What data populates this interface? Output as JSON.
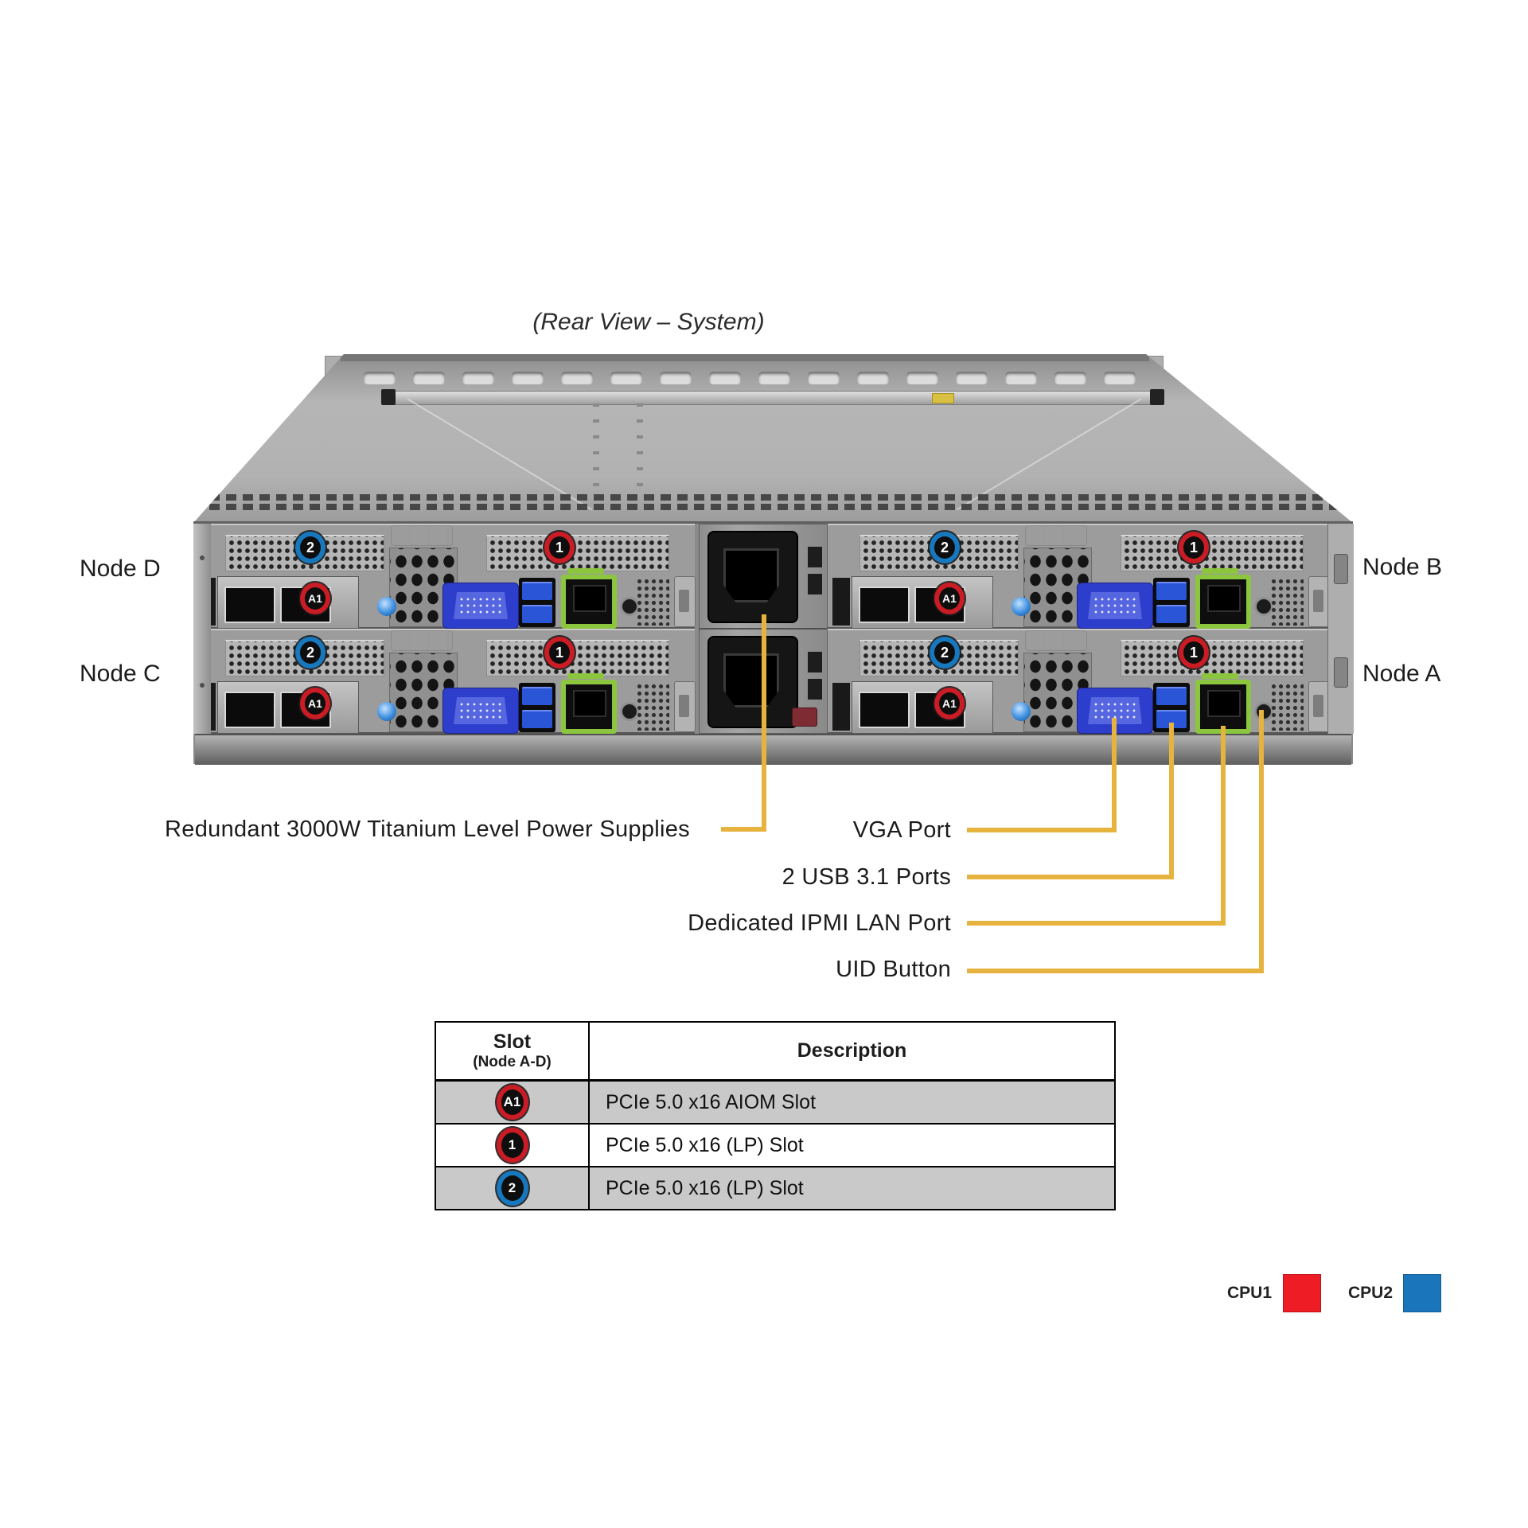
{
  "title": "(Rear View – System)",
  "node_labels": {
    "top_left": "Node D",
    "bottom_left": "Node C",
    "top_right": "Node B",
    "bottom_right": "Node A"
  },
  "badges": {
    "slot2": "2",
    "slot1": "1",
    "slotA1": "A1"
  },
  "callouts": {
    "psu": "Redundant 3000W Titanium Level Power Supplies",
    "vga": "VGA Port",
    "usb": "2 USB 3.1 Ports",
    "ipmi": "Dedicated IPMI LAN Port",
    "uid": "UID Button"
  },
  "table": {
    "header": {
      "col1_line1": "Slot",
      "col1_line2": "(Node A-D)",
      "col2": "Description"
    },
    "rows": [
      {
        "slot": "A1",
        "ring_color": "#C91C25",
        "description": "PCIe 5.0 x16 AIOM Slot",
        "shaded": true
      },
      {
        "slot": "1",
        "ring_color": "#C91C25",
        "description": "PCIe 5.0 x16 (LP) Slot",
        "shaded": false
      },
      {
        "slot": "2",
        "ring_color": "#1878BE",
        "description": "PCIe 5.0 x16 (LP) Slot",
        "shaded": true
      }
    ]
  },
  "legend": [
    {
      "label": "CPU1",
      "color": "#EE1C25"
    },
    {
      "label": "CPU2",
      "color": "#1B75BB"
    }
  ],
  "colors": {
    "callout_line": "#E6B33E",
    "slot_red": "#C91C25",
    "slot_blue": "#1878BE",
    "lan_green": "#8CC63F",
    "vga_blue": "#2E3ECC",
    "table_row_gray": "#C9C9C9"
  }
}
